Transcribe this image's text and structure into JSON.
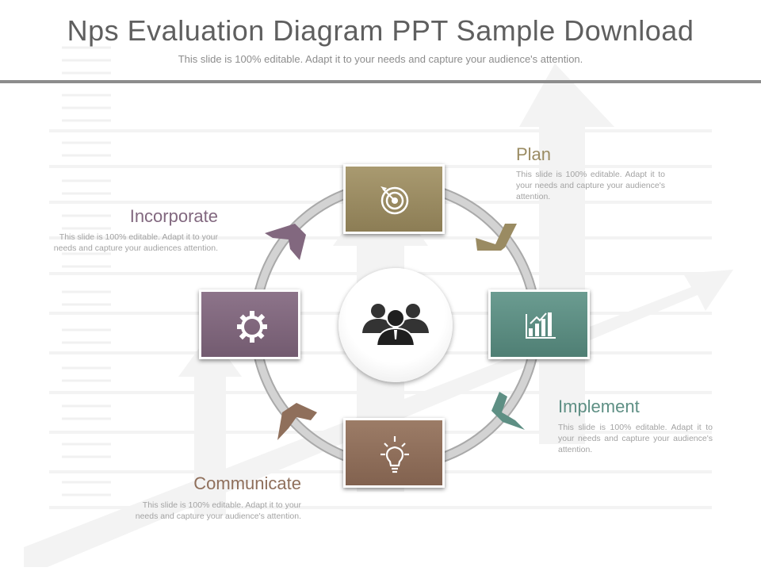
{
  "title": "Nps Evaluation Diagram PPT Sample Download",
  "subtitle": "This slide is 100% editable. Adapt it to your needs and capture your audience's attention.",
  "colors": {
    "plan": "#9a8b62",
    "implement": "#5e8f84",
    "communicate": "#8f6f5b",
    "incorporate": "#82687f",
    "ring": "#c9c9c9",
    "background_graphic": "#f2f2f2"
  },
  "center": {
    "icon": "team-icon"
  },
  "stages": [
    {
      "id": "plan",
      "title": "Plan",
      "text": "This slide is 100% editable. Adapt it to your needs and capture your audience's attention.",
      "icon": "target-icon"
    },
    {
      "id": "implement",
      "title": "Implement",
      "text": "This slide is 100% editable. Adapt it to your needs and capture your audience's attention.",
      "icon": "bar-chart-icon"
    },
    {
      "id": "communicate",
      "title": "Communicate",
      "text": "This slide is 100% editable. Adapt it to your needs and capture your audience's attention.",
      "icon": "lightbulb-icon"
    },
    {
      "id": "incorporate",
      "title": "Incorporate",
      "text": "This slide is 100% editable. Adapt it to your needs and capture your audiences attention.",
      "icon": "gear-icon"
    }
  ]
}
